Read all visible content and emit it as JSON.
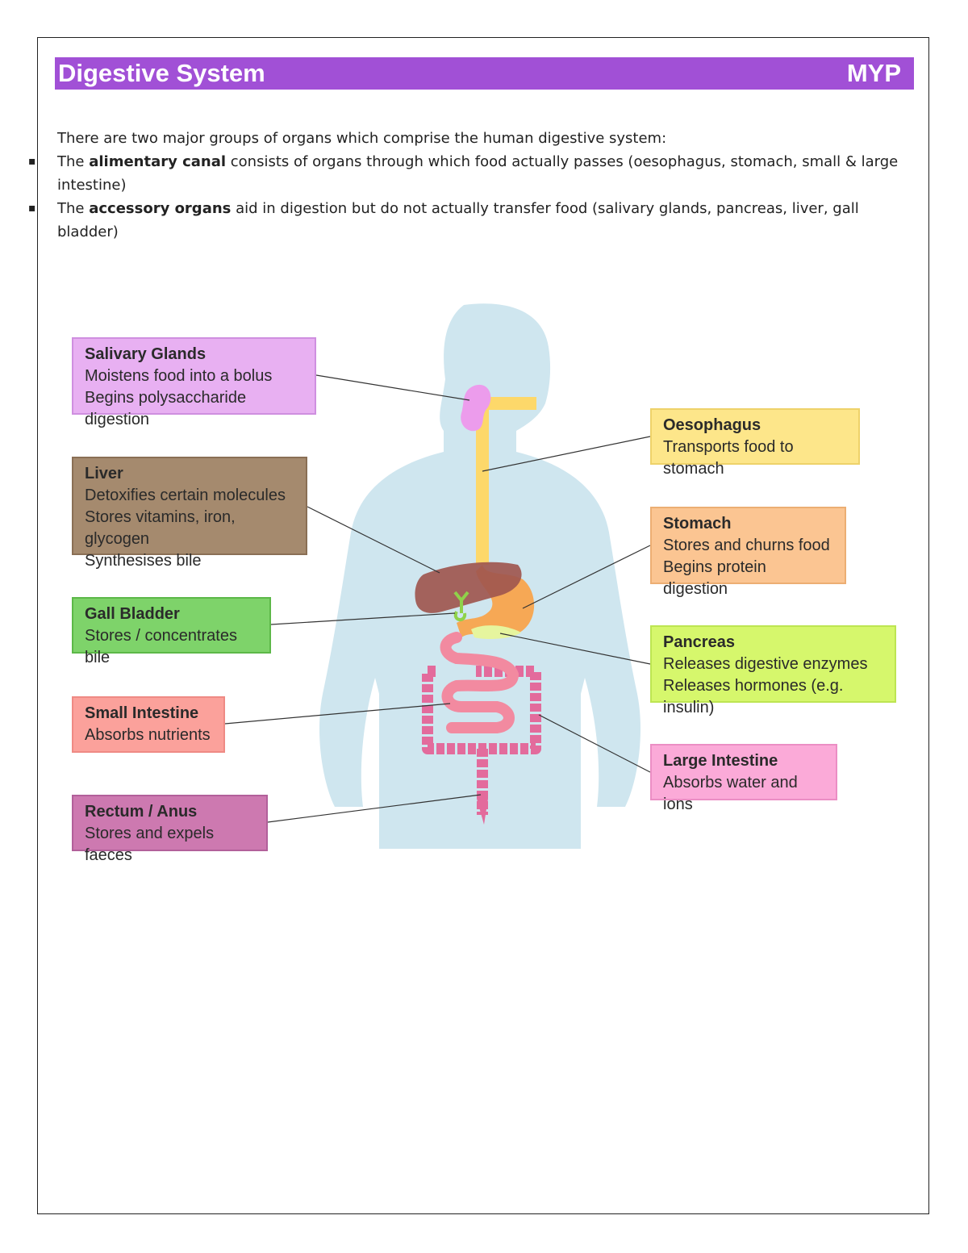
{
  "header": {
    "title": "Digestive System",
    "tag": "MYP"
  },
  "intro": {
    "lead": "There are two major groups of organs which comprise the human digestive system:",
    "bullets": [
      {
        "mark": "▪",
        "prefix": "The ",
        "term": "alimentary canal",
        "rest": " consists of organs through which food actually passes (oesophagus, stomach, small & large intestine)"
      },
      {
        "mark": "▪",
        "prefix": "The ",
        "term": "accessory organs",
        "rest": " aid in digestion but do not actually transfer food (salivary glands, pancreas, liver, gall bladder)"
      }
    ]
  },
  "labels": {
    "salivary": {
      "title": "Salivary Glands",
      "lines": [
        "Moistens food into a bolus",
        "Begins polysaccharide digestion"
      ]
    },
    "liver": {
      "title": "Liver",
      "lines": [
        "Detoxifies certain molecules",
        "Stores vitamins, iron, glycogen",
        "Synthesises bile"
      ]
    },
    "gall": {
      "title": "Gall Bladder",
      "lines": [
        "Stores / concentrates bile"
      ]
    },
    "small": {
      "title": "Small Intestine",
      "lines": [
        "Absorbs nutrients"
      ]
    },
    "rectum": {
      "title": "Rectum / Anus",
      "lines": [
        "Stores and expels faeces"
      ]
    },
    "oeso": {
      "title": "Oesophagus",
      "lines": [
        "Transports food to stomach"
      ]
    },
    "stomach": {
      "title": "Stomach",
      "lines": [
        "Stores and churns food",
        "Begins protein digestion"
      ]
    },
    "pancreas": {
      "title": "Pancreas",
      "lines": [
        "Releases digestive enzymes",
        "Releases hormones (e.g. insulin)"
      ]
    },
    "large": {
      "title": "Large Intestine",
      "lines": [
        "Absorbs water and ions"
      ]
    }
  },
  "colors": {
    "title_bar": "#a150d6",
    "body_silhouette": "#cfe6ef",
    "oesophagus": "#fdd86a",
    "stomach": "#f6a855",
    "liver": "#a0574f",
    "gall_bladder": "#8fd24a",
    "small_intestine": "#f28aa0",
    "large_intestine": "#e36b9c",
    "pancreas": "#e6f59e",
    "salivary": "#ec9cec"
  }
}
